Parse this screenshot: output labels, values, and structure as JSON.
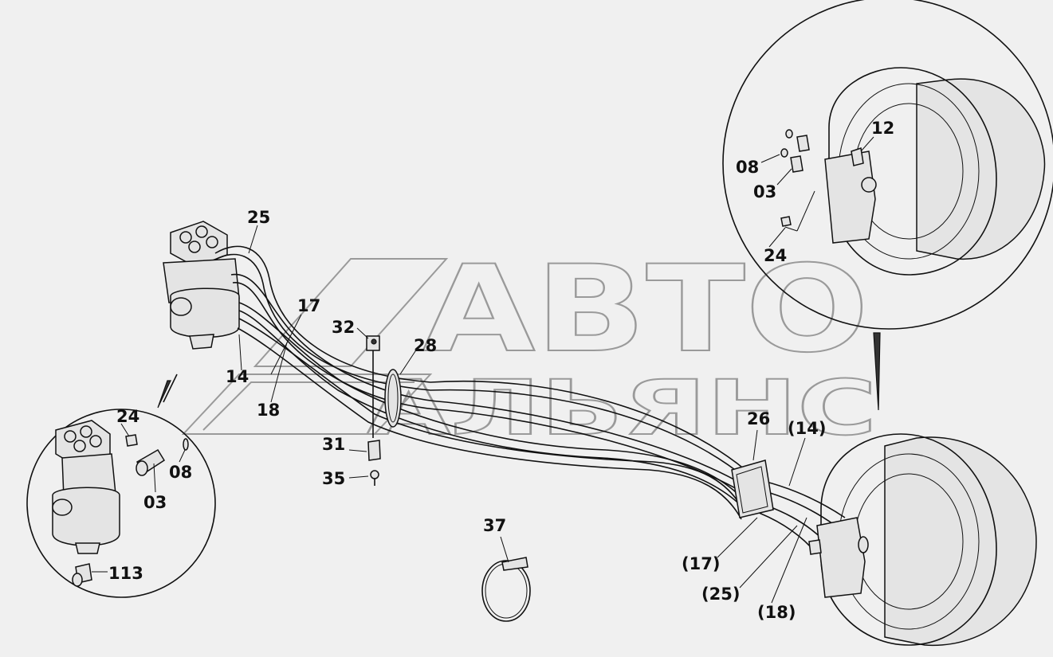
{
  "watermark": {
    "line1": "АВТО",
    "line2": "АЛЬЯНС"
  },
  "labels": {
    "l25": "25",
    "l17": "17",
    "l32": "32",
    "l28": "28",
    "l14": "14",
    "l18": "18",
    "l31": "31",
    "l35": "35",
    "l37": "37",
    "l26": "26",
    "p14": "(14)",
    "p17": "(17)",
    "p25": "(25)",
    "p18": "(18)",
    "d24": "24",
    "d03": "03",
    "d08": "08",
    "d113": "113",
    "r12": "12",
    "r08": "08",
    "r03": "03",
    "r24": "24"
  }
}
